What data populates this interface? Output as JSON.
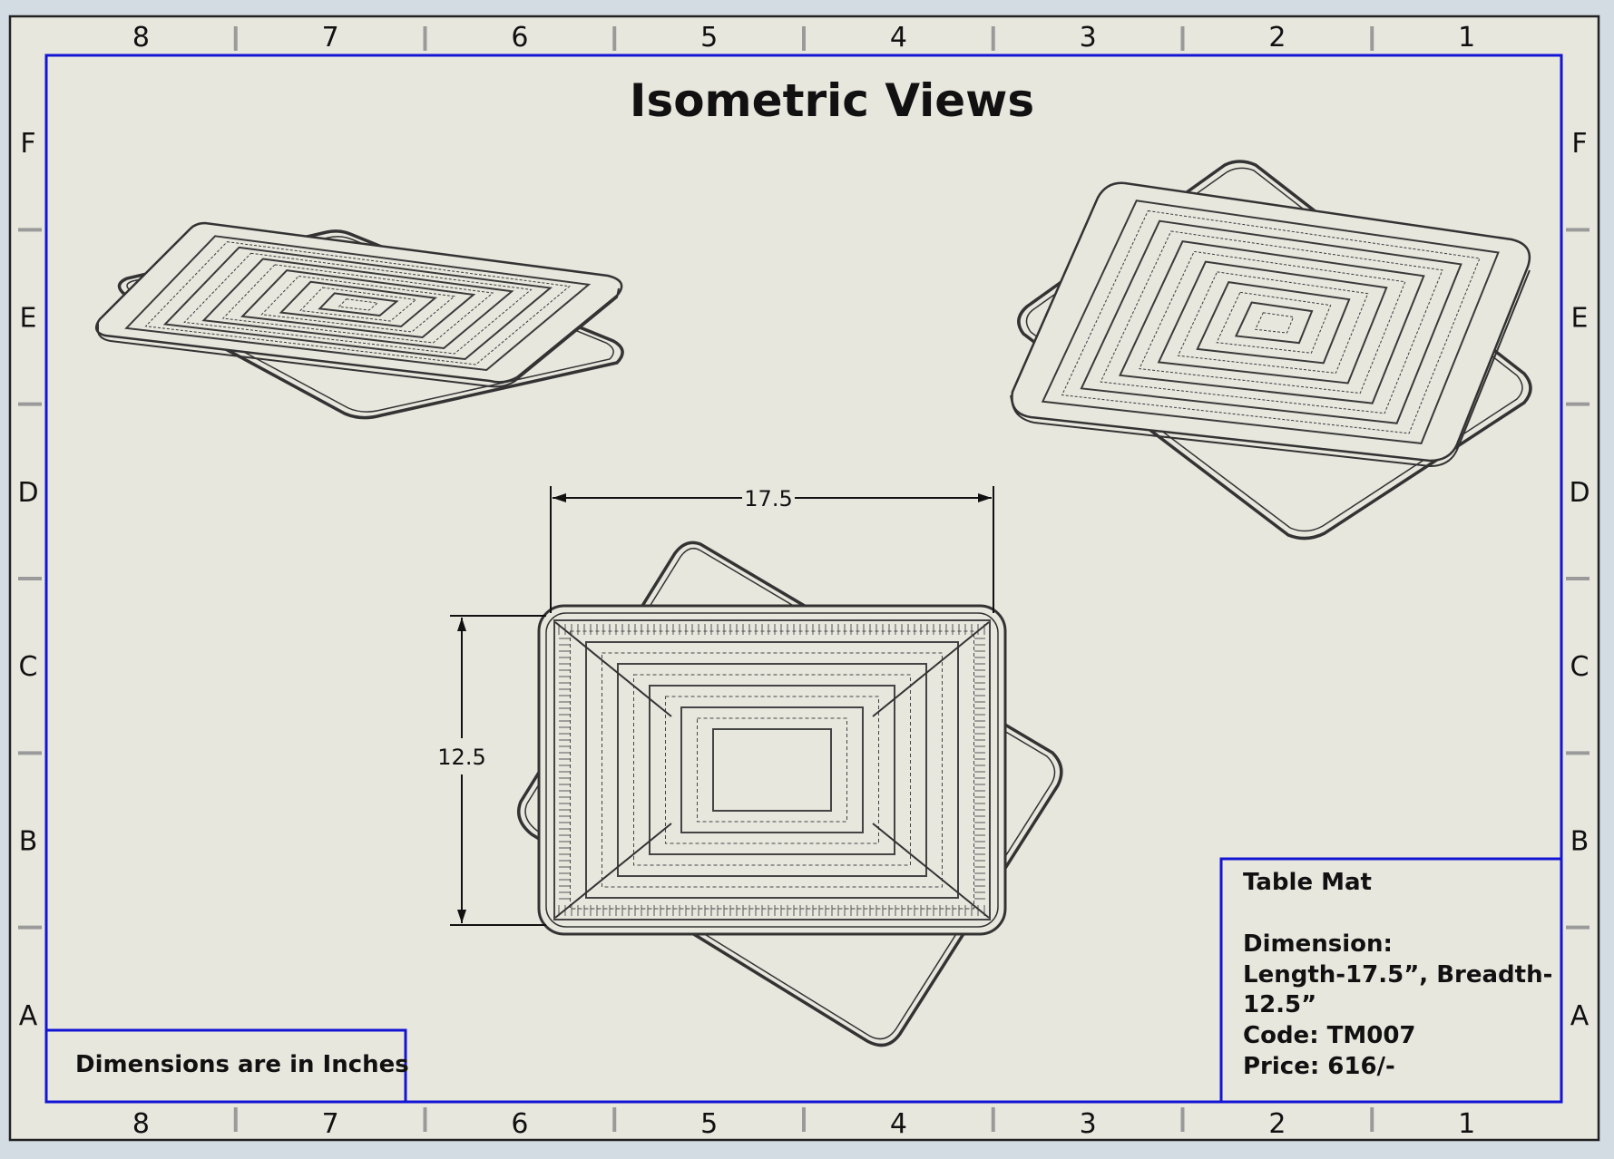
{
  "sheet": {
    "title": "Isometric Views",
    "columns": [
      "8",
      "7",
      "6",
      "5",
      "4",
      "3",
      "2",
      "1"
    ],
    "rows": [
      "F",
      "E",
      "D",
      "C",
      "B",
      "A"
    ],
    "note": "Dimensions are in Inches",
    "colors": {
      "paper": "#e8e7de",
      "border": "#1414d4",
      "ink": "#111111",
      "backdrop": "#d3dbe3"
    }
  },
  "dimensions": {
    "length": "17.5",
    "breadth": "12.5"
  },
  "title_block": {
    "name": "Table Mat",
    "lines": [
      "Dimension:",
      "Length-17.5”, Breadth-",
      "12.5”",
      "Code: TM007",
      "Price: 616/-"
    ]
  },
  "views": [
    {
      "name": "isometric-view-left"
    },
    {
      "name": "isometric-view-right"
    },
    {
      "name": "top-view"
    }
  ]
}
